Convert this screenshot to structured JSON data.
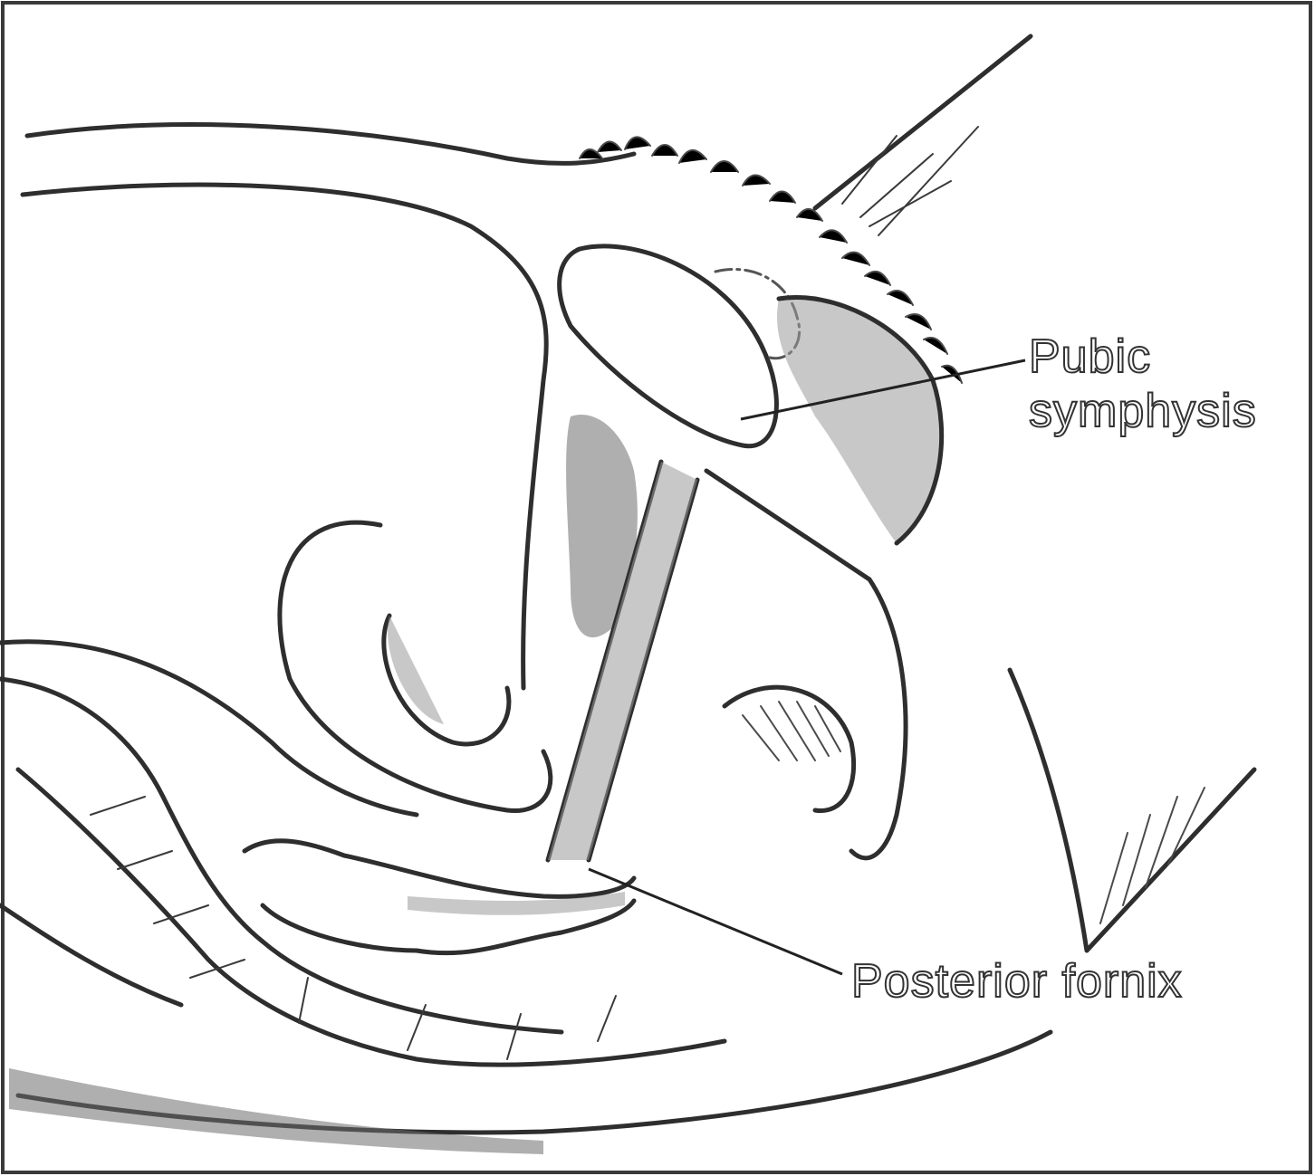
{
  "labels": {
    "pubic_line1": "Pubic",
    "pubic_line2": "symphysis",
    "posterior_fornix": "Posterior fornix"
  },
  "colors": {
    "ink": "#2e2e2e",
    "shading": "#9a9a9a",
    "background": "#ffffff"
  }
}
